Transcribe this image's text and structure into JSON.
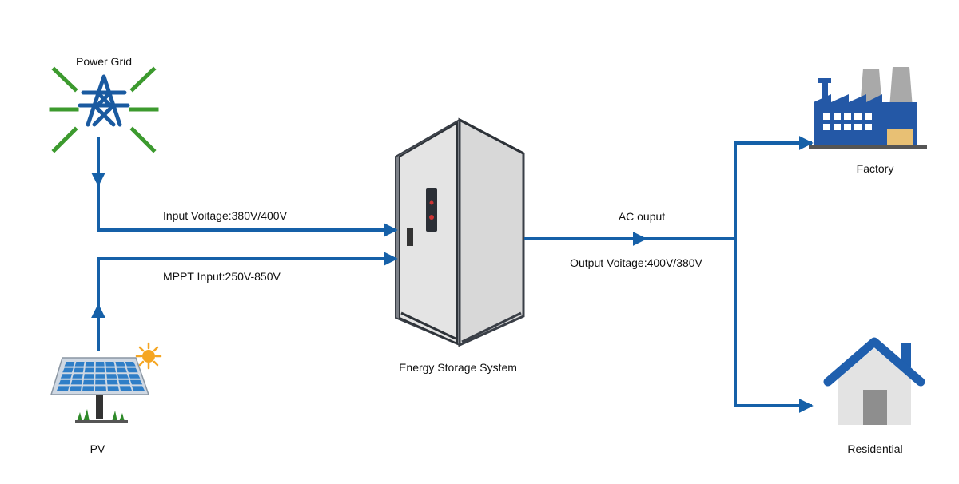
{
  "nodes": {
    "power_grid": "Power Grid",
    "pv": "PV",
    "ess": "Energy Storage System",
    "factory": "Factory",
    "residential": "Residential"
  },
  "edges": {
    "grid_input": "Input Voitage:380V/400V",
    "pv_input": "MPPT Input:250V-850V",
    "ac_output": "AC ouput",
    "output_voltage": "Output Voitage:400V/380V"
  },
  "colors": {
    "line": "#1560a8",
    "grid_rays": "#3c9a2e",
    "tower": "#1a5aa0",
    "panel": "#2f7ec7",
    "sun": "#f5a623",
    "factory": "#2458a6",
    "house_roof": "#1f5fae",
    "cabinet": "#e6e6e6"
  }
}
